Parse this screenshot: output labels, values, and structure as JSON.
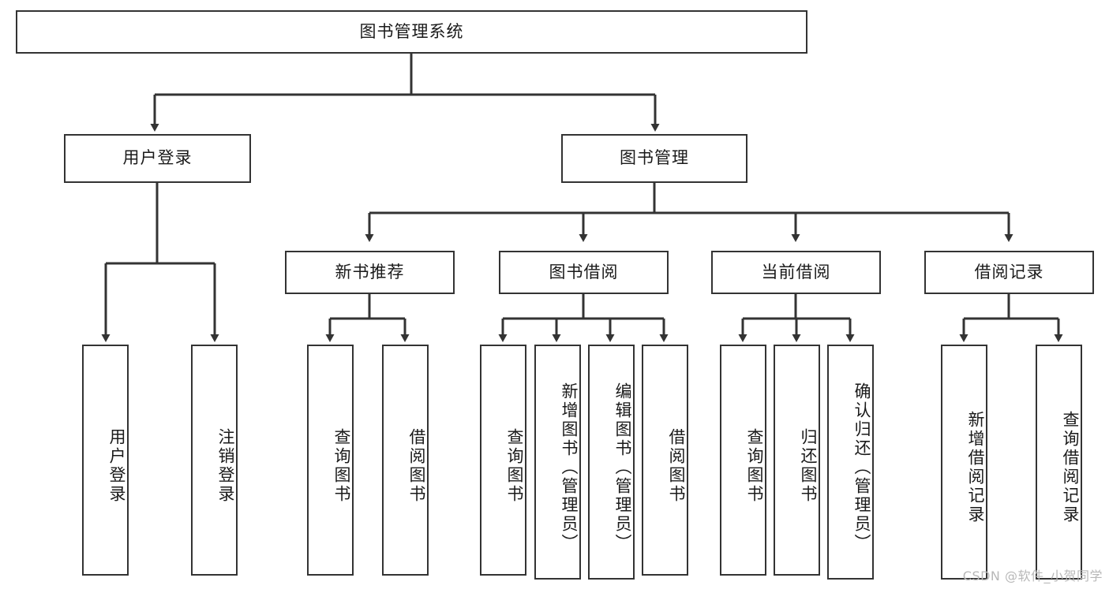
{
  "diagram": {
    "title": "图书管理系统",
    "watermark": "CSDN @软件_小贺同学",
    "stroke_color": "#333333",
    "text_color": "#1a1a1a",
    "background": "#ffffff",
    "root": {
      "label": "图书管理系统"
    },
    "level2": [
      {
        "label": "用户登录"
      },
      {
        "label": "图书管理"
      }
    ],
    "level3": [
      {
        "label": "新书推荐"
      },
      {
        "label": "图书借阅"
      },
      {
        "label": "当前借阅"
      },
      {
        "label": "借阅记录"
      }
    ],
    "leaves": {
      "user_login": [
        {
          "label": "用户登录"
        },
        {
          "label": "注销登录"
        }
      ],
      "new_book": [
        {
          "label": "查询图书"
        },
        {
          "label": "借阅图书"
        }
      ],
      "book_borrow": [
        {
          "label": "查询图书"
        },
        {
          "label": "新增图书（管理员）"
        },
        {
          "label": "编辑图书（管理员）"
        },
        {
          "label": "借阅图书"
        }
      ],
      "current_borrow": [
        {
          "label": "查询图书"
        },
        {
          "label": "归还图书"
        },
        {
          "label": "确认归还（管理员）"
        }
      ],
      "borrow_record": [
        {
          "label": "新增借阅记录"
        },
        {
          "label": "查询借阅记录"
        }
      ]
    }
  }
}
